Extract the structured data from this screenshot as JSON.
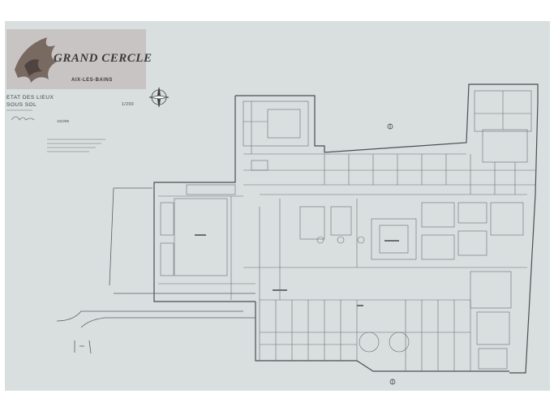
{
  "title_block": {
    "name": "GRAND CERCLE",
    "town": "AIX-LES-BAINS",
    "drawing_line1": "ETAT DES LIEUX",
    "drawing_line2": "SOUS SOL",
    "scale": "1/200",
    "date": "10/2/99"
  },
  "symbols": [
    "compass-rose-icon",
    "north-arrow-icon",
    "griffin-logo-icon"
  ],
  "colors": {
    "sheet": "#d9dedf",
    "ink": "#4a4f52",
    "logo_panel": "#c9c4c4"
  }
}
